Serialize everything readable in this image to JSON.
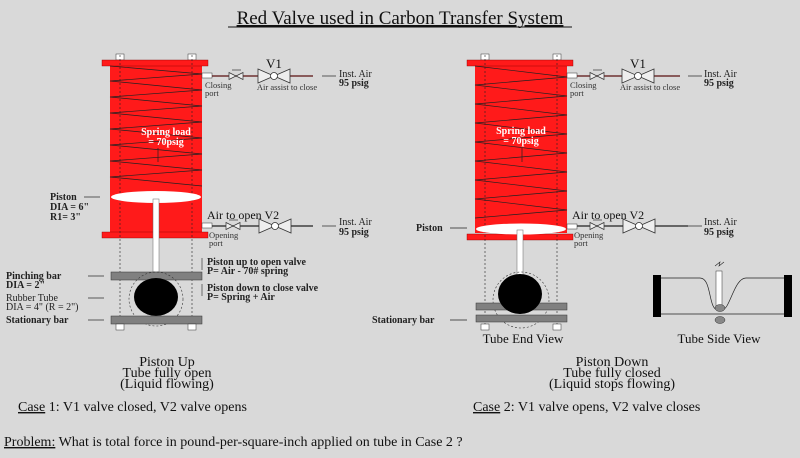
{
  "title": "Red Valve used in Carbon Transfer System",
  "left": {
    "v1_label": "V1",
    "v1_caption": "Air assist to close",
    "closing_port": [
      "Closing",
      "port"
    ],
    "inst_air_top": [
      "Inst. Air",
      "95 psig"
    ],
    "spring": [
      "Spring load",
      "= 70psig"
    ],
    "piston": [
      "Piston",
      "DIA = 6\"",
      "R1= 3\""
    ],
    "air_to_open": "Air to open V2",
    "opening_port": [
      "Opening",
      "port"
    ],
    "inst_air_bottom": [
      "Inst. Air",
      "95 psig"
    ],
    "piston_up": [
      "Piston up to open valve",
      "P= Air - 70# spring"
    ],
    "piston_down": [
      "Piston down to close valve",
      "P= Spring + Air"
    ],
    "pinching_bar": [
      "Pinching bar",
      "DIA = 2\""
    ],
    "rubber_tube": [
      "Rubber Tube",
      "DIA = 4\" (R = 2\")"
    ],
    "stationary_bar": "Stationary bar",
    "state": [
      "Piston Up",
      "Tube fully open",
      "(Liquid flowing)"
    ],
    "case_label": "Case",
    "case_text": " 1: V1 valve closed, V2 valve opens"
  },
  "right": {
    "v1_label": "V1",
    "v1_caption": "Air assist to close",
    "closing_port": [
      "Closing",
      "port"
    ],
    "inst_air_top": [
      "Inst. Air",
      "95 psig"
    ],
    "spring": [
      "Spring load",
      "= 70psig"
    ],
    "piston": "Piston",
    "air_to_open": "Air to open V2",
    "opening_port": [
      "Opening",
      "port"
    ],
    "inst_air_bottom": [
      "Inst. Air",
      "95 psig"
    ],
    "stationary_bar": "Stationary bar",
    "tube_end_view": "Tube End View",
    "tube_side_view": "Tube Side View",
    "state": [
      "Piston Down",
      "Tube fully closed",
      "(Liquid stops flowing)"
    ],
    "case_label": "Case",
    "case_text": " 2: V1 valve opens, V2 valve closes"
  },
  "problem": {
    "label": "Problem:",
    "text": " What is total force in pound-per-square-inch applied on tube in Case 2 ?"
  },
  "colors": {
    "cylinder": "#ff1a1a",
    "background": "#d9d9d9",
    "bar": "#808080"
  }
}
